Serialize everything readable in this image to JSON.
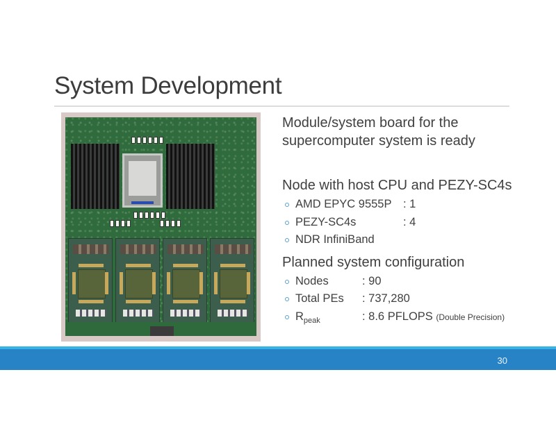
{
  "slide": {
    "title": "System Development",
    "page_number": "30"
  },
  "image": {
    "alt": "Module/system board photo: motherboard with AMD EPYC CPU between two heatsinks and four PEZY-SC4s modules below"
  },
  "content": {
    "intro": "Module/system board for the supercomputer system is ready",
    "node_heading": "Node with host CPU and PEZY-SC4s",
    "node_items": [
      {
        "label": "AMD EPYC 9555P",
        "value": ": 1"
      },
      {
        "label": "PEZY-SC4s",
        "value": ": 4"
      },
      {
        "label": "NDR InfiniBand",
        "value": ""
      }
    ],
    "config_heading": "Planned system configuration",
    "config_items": [
      {
        "label": "Nodes",
        "value": ": 90",
        "note": ""
      },
      {
        "label": "Total PEs",
        "value": ": 737,280",
        "note": ""
      },
      {
        "label_main": "R",
        "label_sub": "peak",
        "value": ": 8.6 PFLOPS",
        "note": "(Double Precision)"
      }
    ]
  },
  "colors": {
    "footer_band": "#2783c6",
    "footer_accent": "#36b2e4",
    "bullet": "#5aa0c8",
    "title_rule": "#dcdcdc"
  }
}
